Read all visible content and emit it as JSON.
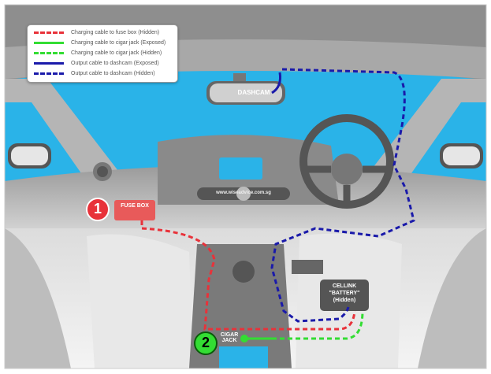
{
  "legend": [
    {
      "label": "Charging cable to fuse box (Hidden)",
      "color": "#e8323a",
      "style": "dashed"
    },
    {
      "label": "Charging cable to cigar jack (Exposed)",
      "color": "#33dd33",
      "style": "solid"
    },
    {
      "label": "Charging cable to cigar jack (Hidden)",
      "color": "#33dd33",
      "style": "dashed"
    },
    {
      "label": "Output cable to dashcam (Exposed)",
      "color": "#1a1aaa",
      "style": "solid"
    },
    {
      "label": "Output cable to dashcam (Hidden)",
      "color": "#1a1aaa",
      "style": "dashed"
    }
  ],
  "labels": {
    "dashcam": "DASHCAM",
    "fuse_box": "FUSE BOX",
    "marker1": "1",
    "marker2": "2",
    "cigar_jack": "CIGAR JACK",
    "battery_line1": "CELLINK",
    "battery_line2": "\"BATTERY\"",
    "battery_line3": "(Hidden)",
    "watermark": "www.wiseadvice.com.sg"
  },
  "colors": {
    "sky": "#2ab3e8",
    "red": "#e8323a",
    "green": "#33dd33",
    "blue": "#1a1aaa"
  }
}
